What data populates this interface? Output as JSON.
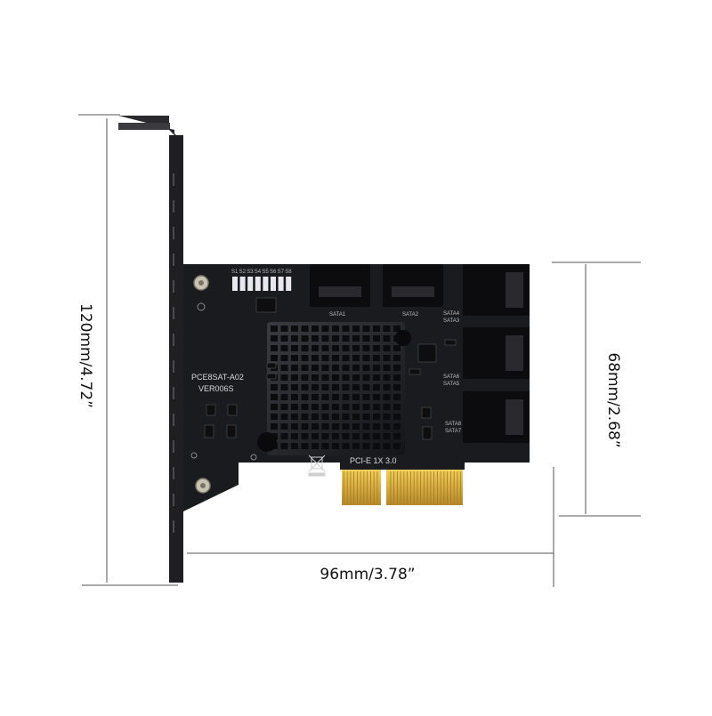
{
  "dimensions": {
    "height": "120mm/4.72”",
    "depth": "68mm/2.68”",
    "width": "96mm/3.78”"
  },
  "board": {
    "model": "PCE8SAT-A02",
    "version": "VER006S",
    "interface": "PCI-E 1X 3.0",
    "led_labels": [
      "S1",
      "S2",
      "S3",
      "S4",
      "S5",
      "S6",
      "S7",
      "S8"
    ],
    "port_labels": [
      "SATA1",
      "SATA2",
      "SATA4",
      "SATA3",
      "SATA6",
      "SATA5",
      "SATA8",
      "SATA7"
    ]
  },
  "colors": {
    "pcb": "#1a1b1f",
    "bracket": "#1f1f22",
    "connector": "#0c0c0e",
    "gold": "#d9b03a",
    "led": "#e8e8ee",
    "line": "#555555"
  }
}
